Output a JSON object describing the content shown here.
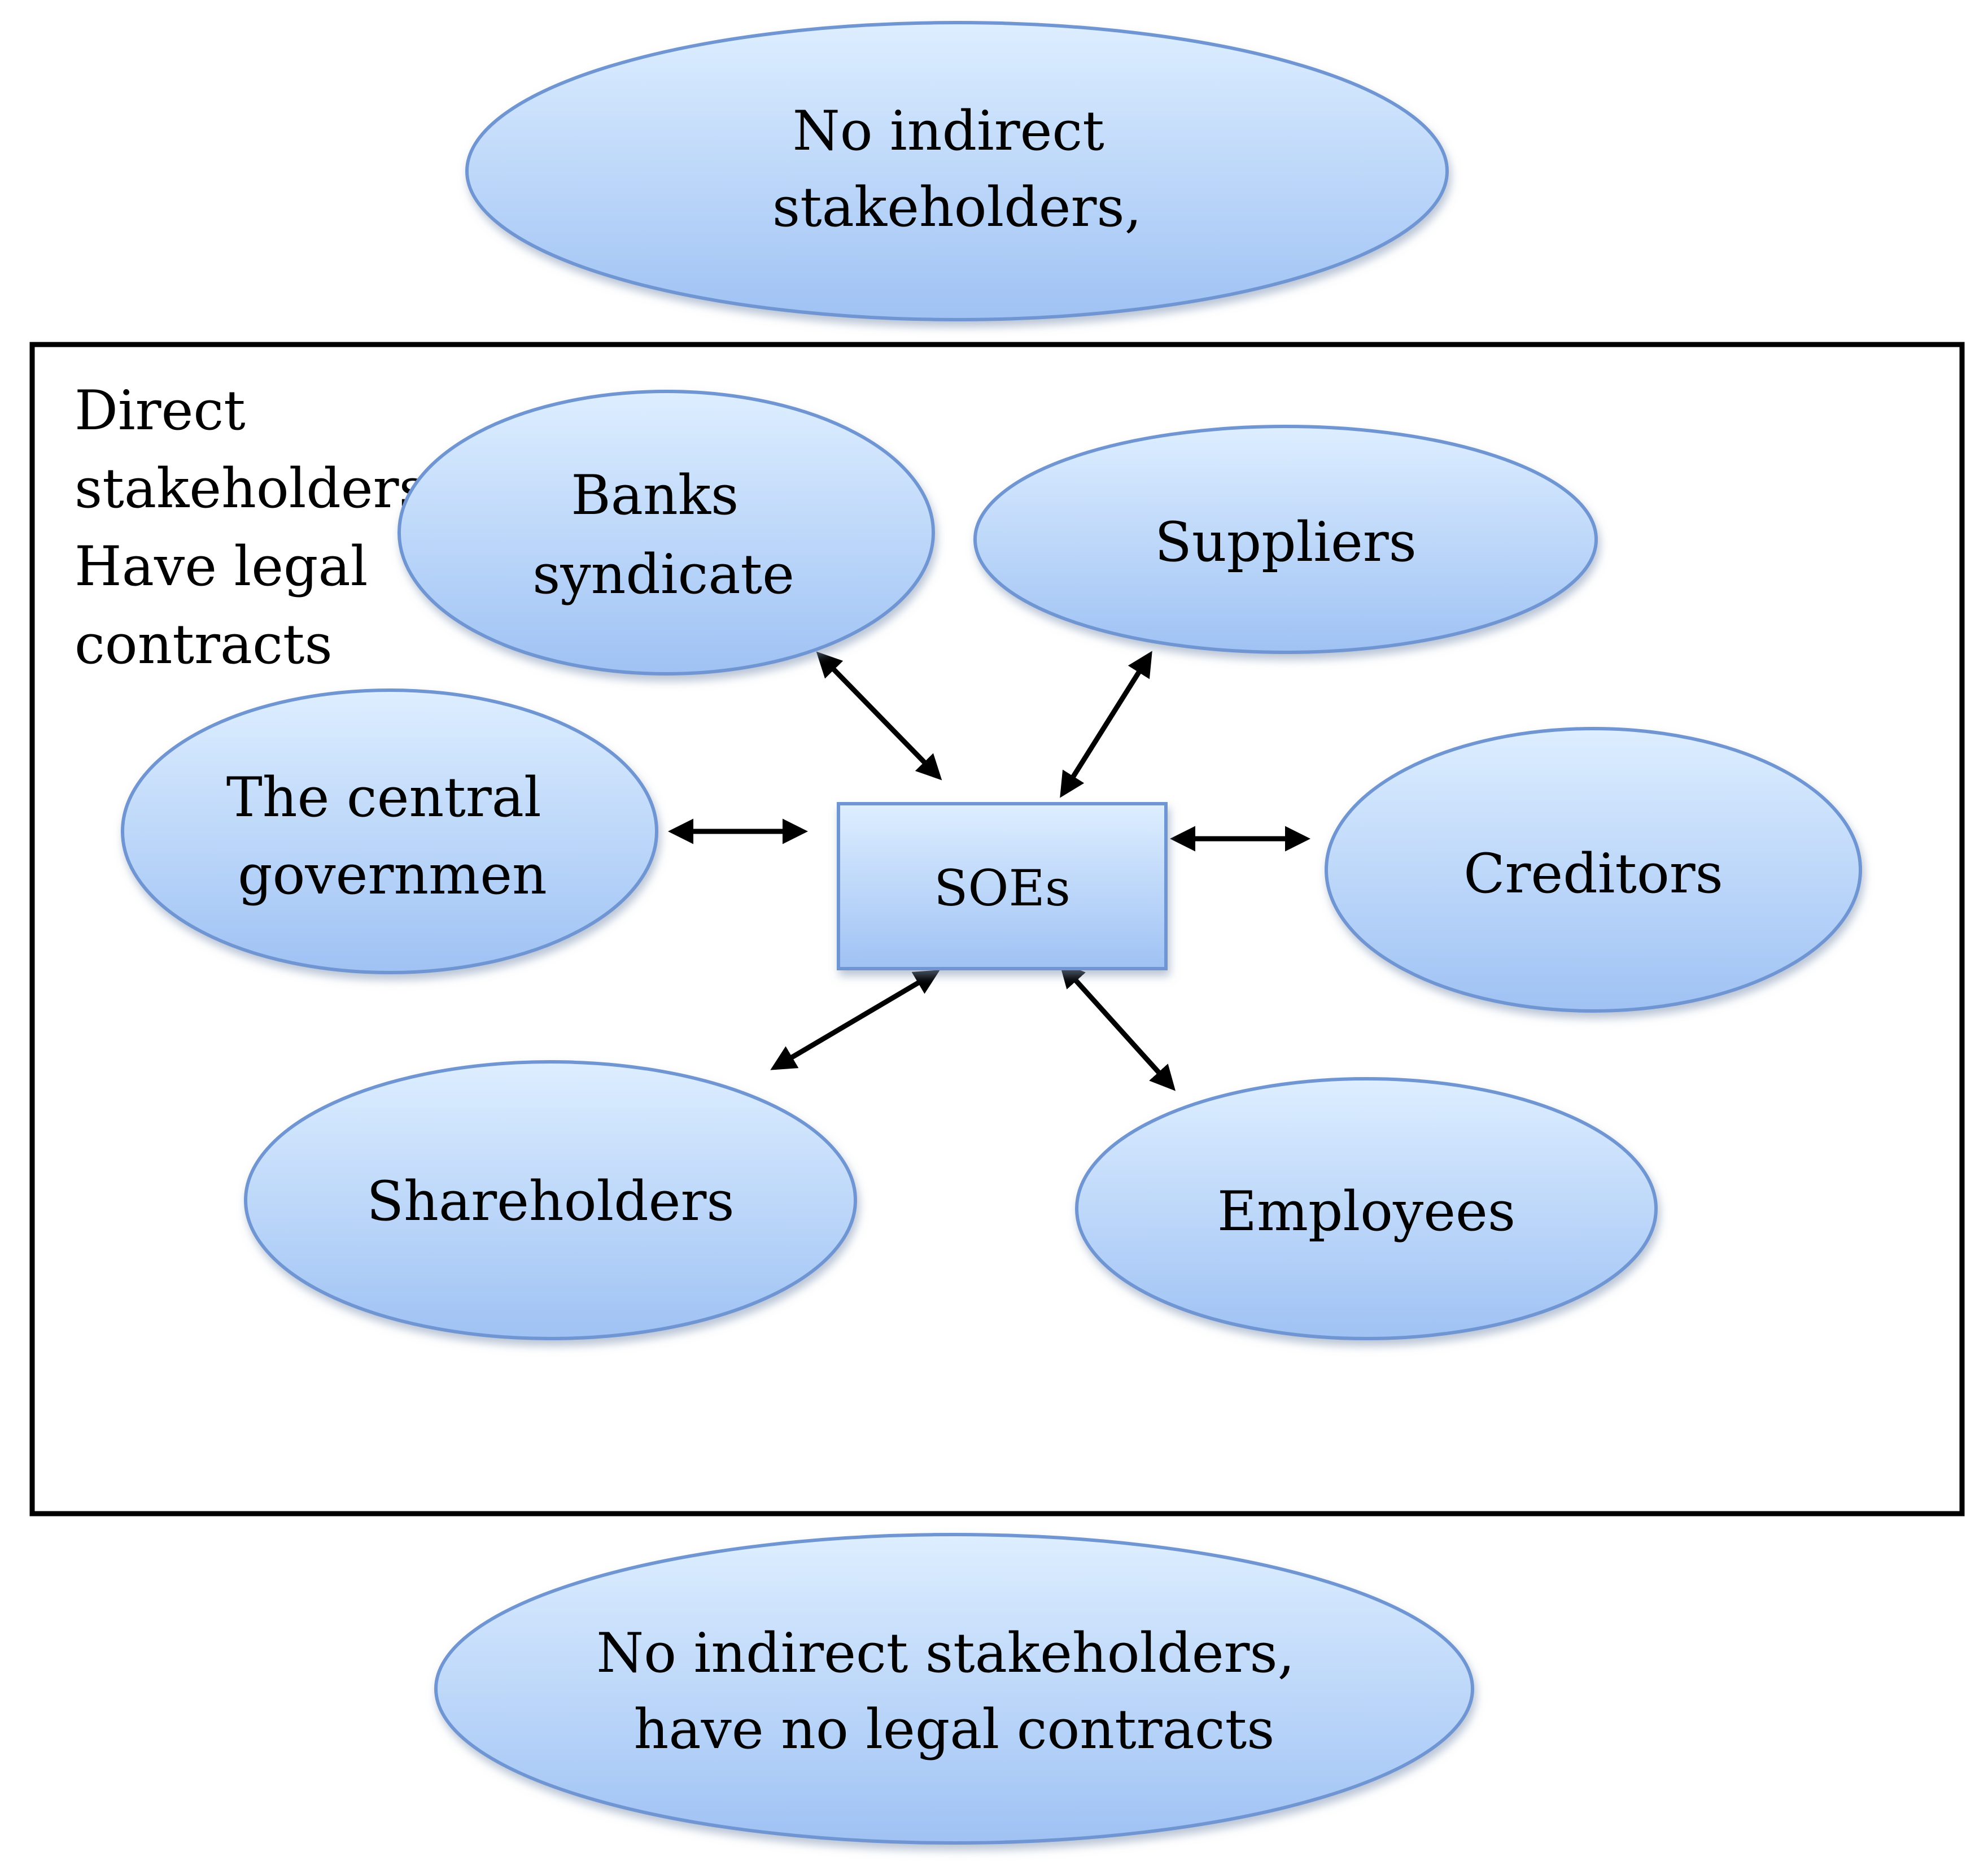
{
  "diagram": {
    "center": {
      "label": "SOEs"
    },
    "direct_region": {
      "label_lines": [
        "Direct",
        "stakeholders",
        "Have legal",
        "contracts"
      ]
    },
    "direct_stakeholders": [
      {
        "key": "banks",
        "lines": [
          "Banks",
          "syndicate"
        ]
      },
      {
        "key": "suppliers",
        "lines": [
          "Suppliers"
        ]
      },
      {
        "key": "government",
        "lines": [
          "The central",
          "governmen"
        ]
      },
      {
        "key": "creditors",
        "lines": [
          "Creditors"
        ]
      },
      {
        "key": "shareholders",
        "lines": [
          "Shareholders"
        ]
      },
      {
        "key": "employees",
        "lines": [
          "Employees"
        ]
      }
    ],
    "indirect_top": {
      "lines": [
        "No indirect",
        "stakeholders,"
      ]
    },
    "indirect_bottom": {
      "lines": [
        "No indirect stakeholders,",
        "have no legal contracts"
      ]
    },
    "colors": {
      "node_fill_top": "#ddeeff",
      "node_fill_bottom": "#9fc2f4",
      "node_stroke": "#6f95d3",
      "arrow": "#000000",
      "frame": "#000000"
    }
  }
}
